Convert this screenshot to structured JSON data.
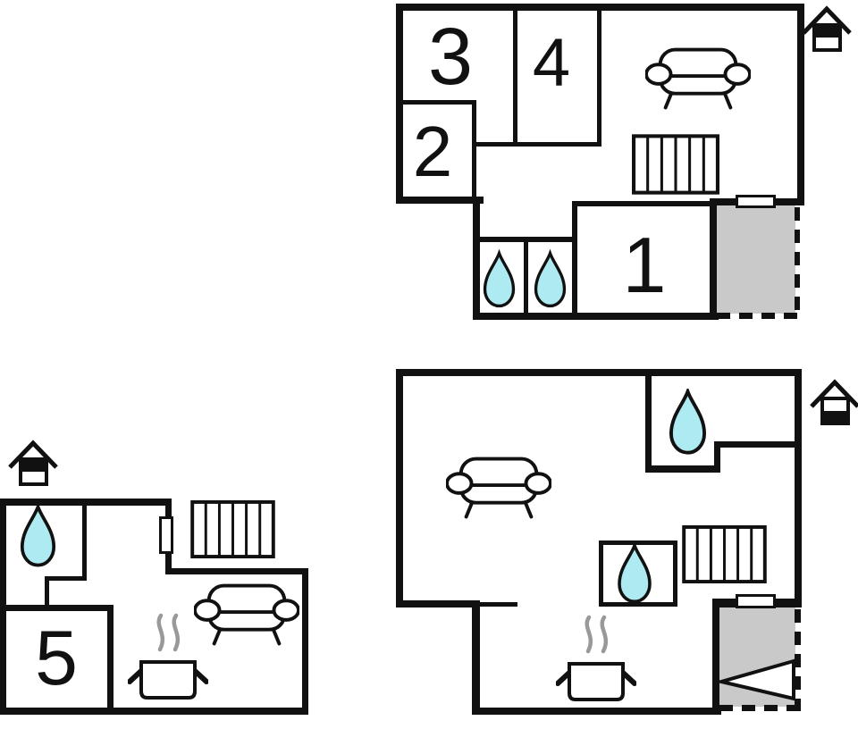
{
  "colors": {
    "wall": "#111111",
    "water": "#aeeaf2",
    "terrace": "#c9c9c9",
    "steam": "#999999",
    "bg": "#ffffff"
  },
  "rooms": {
    "r1": "1",
    "r2": "2",
    "r3": "3",
    "r4": "4",
    "r5": "5"
  },
  "plans": {
    "upper": {
      "floor_indicator": "upper-floor"
    },
    "annex": {
      "floor_indicator": "upper-floor"
    },
    "ground": {
      "floor_indicator": "ground-floor"
    }
  },
  "icons": {
    "sofa": "sofa-icon",
    "radiator": "radiator-icon",
    "water_drop": "water-drop-icon",
    "stove_pot": "stove-pot-icon",
    "floor_indicator_upper": "house-upper-floor-icon",
    "floor_indicator_ground": "house-ground-floor-icon",
    "stairs_arrow": "stairs-arrow-icon",
    "door": "door-icon"
  }
}
